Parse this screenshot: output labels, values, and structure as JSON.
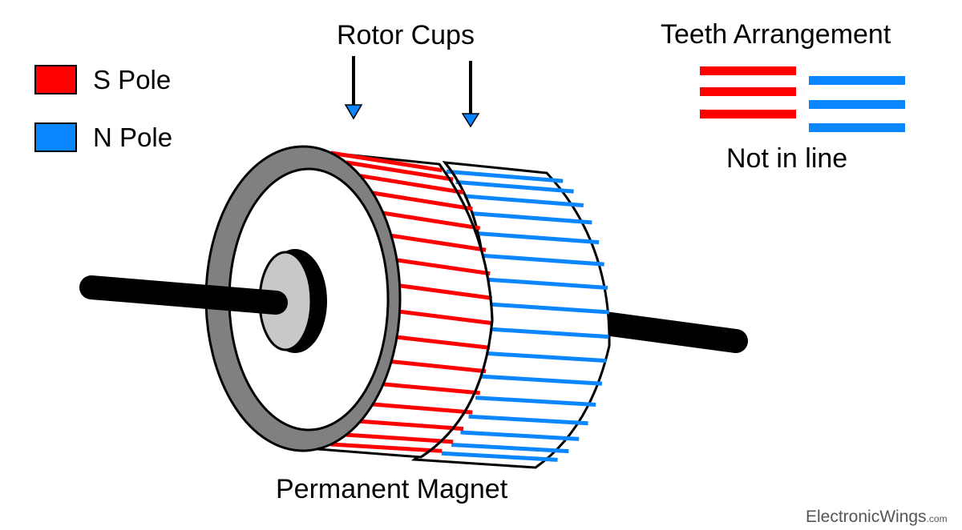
{
  "legend": {
    "items": [
      {
        "label": "S Pole",
        "color": "#ff0000"
      },
      {
        "label": "N Pole",
        "color": "#0a86ff"
      }
    ]
  },
  "labels": {
    "rotor_cups": "Rotor Cups",
    "teeth_arrangement": "Teeth Arrangement",
    "not_in_line": "Not in line",
    "permanent_magnet": "Permanent Magnet"
  },
  "watermark": {
    "main": "ElectronicWings",
    "suffix": ".com"
  },
  "colors": {
    "s_pole": "#ff0000",
    "n_pole": "#0a86ff",
    "disk": "#808080",
    "hub": "#c8c8c8",
    "shaft": "#000000",
    "watermark": "#555555"
  }
}
